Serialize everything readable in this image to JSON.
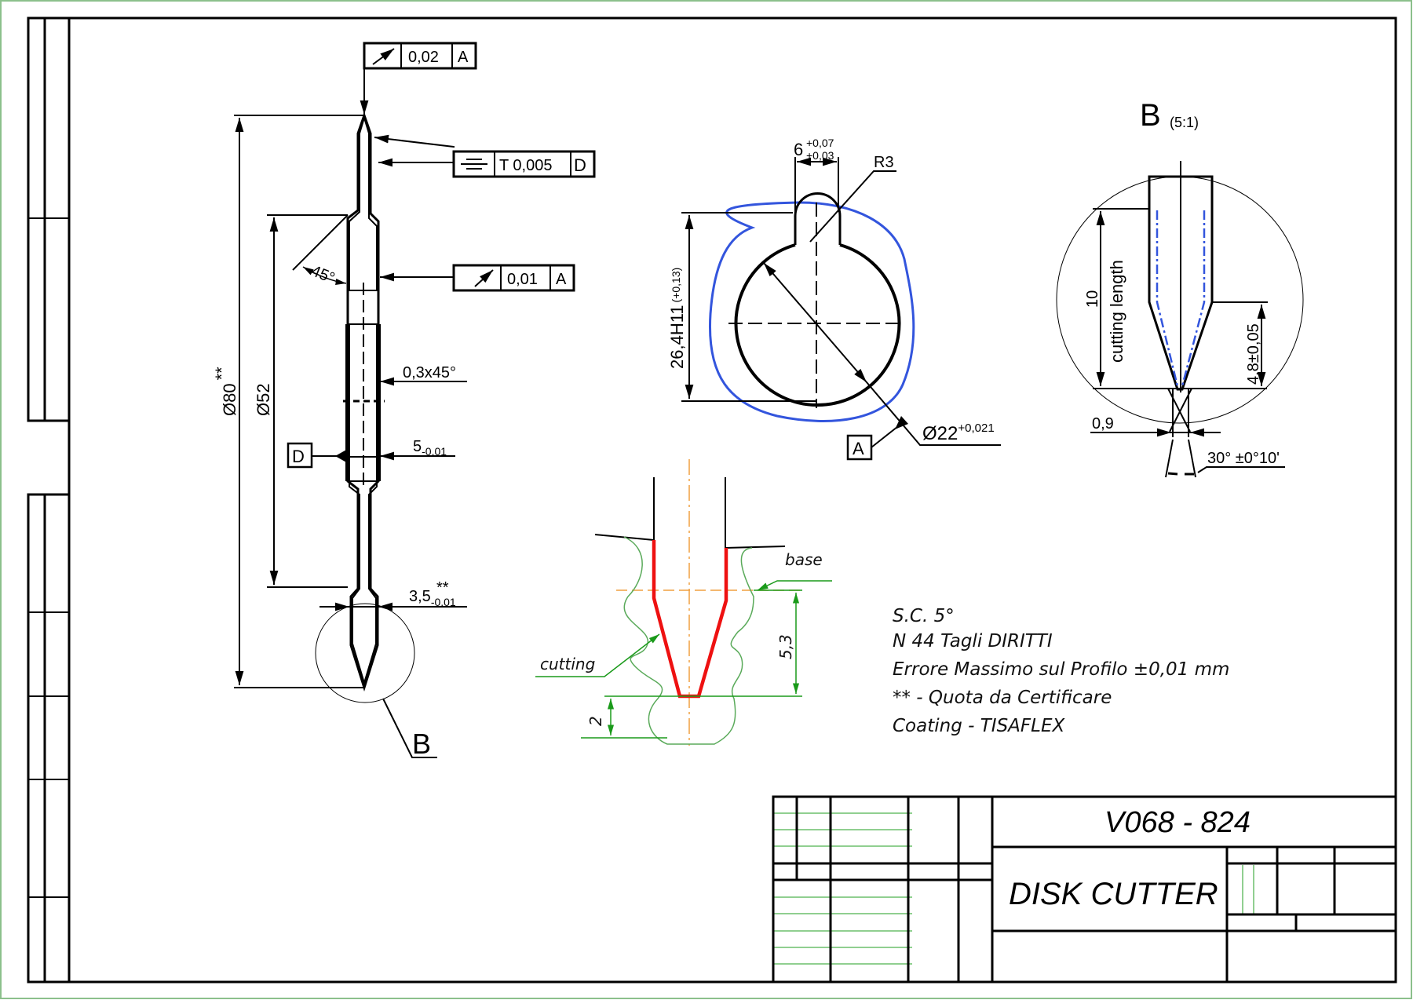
{
  "drawing": {
    "title": "DISK CUTTER",
    "code": "V068 - 824",
    "colors": {
      "frame_outer": "#8cc08c",
      "line": "#000000",
      "contour_blue": "#3355dd",
      "cutting_red": "#ee1111",
      "profile_green": "#5aaa5a",
      "axis_orange": "#f0a040",
      "dim_green": "#1a9a1a"
    }
  },
  "main_view": {
    "fcf_top": {
      "symbol": "circular-runout",
      "value": "0,02",
      "datum": "A"
    },
    "fcf_flatness": {
      "symbol": "flatness",
      "value": "T 0,005",
      "datum": "D"
    },
    "fcf_mid": {
      "symbol": "circular-runout",
      "value": "0,01",
      "datum": "A"
    },
    "dim_outer_dia": "Ø80",
    "dim_outer_dia_mark": "**",
    "dim_inner_dia": "Ø52",
    "dim_angle": "45°",
    "dim_chamfer": "0,3x45°",
    "dim_thickness": "5",
    "dim_thickness_tol": "-0,01",
    "dim_tip": "3,5",
    "dim_tip_tol": "-0,01",
    "dim_tip_mark": "**",
    "datum_d": "D",
    "detail_label": "B"
  },
  "hub_view": {
    "key_width": "6",
    "key_tol_upper": "+0,07",
    "key_tol_lower": "+0,03",
    "radius": "R3",
    "height": "26,4H11",
    "height_tol": "(+0,13)",
    "bore": "Ø22",
    "bore_tol": "+0,021",
    "datum_a": "A"
  },
  "detail_b": {
    "title": "B",
    "scale": "(5:1)",
    "dim_cutting": "10",
    "cutting_label": "cutting length",
    "dim_height": "4,8±0,05",
    "dim_width": "0,9",
    "dim_angle": "30° ±0°10'"
  },
  "profile_view": {
    "label_base": "base",
    "label_cutting": "cutting",
    "dim_depth": "5,3",
    "dim_bottom": "2"
  },
  "notes": [
    "S.C. 5°",
    "N 44 Tagli DIRITTI",
    "Errore Massimo sul Profilo ±0,01   mm",
    "** - Quota da Certificare",
    "Coating - TISAFLEX"
  ]
}
